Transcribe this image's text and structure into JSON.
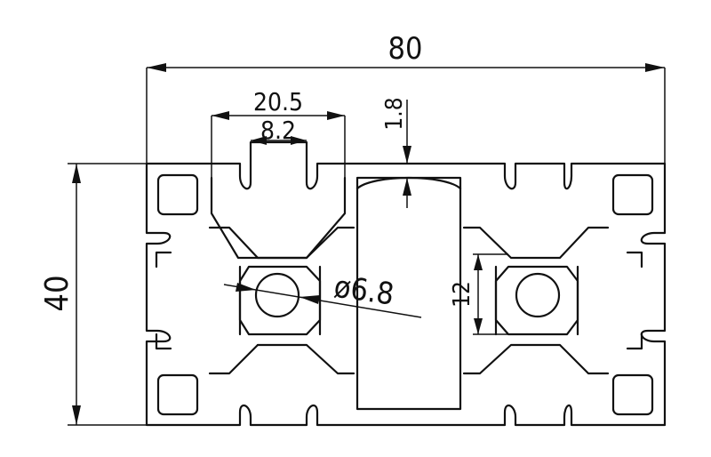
{
  "drawing": {
    "dimensions": {
      "overall_width": "80",
      "overall_height": "40",
      "slot_opening_outer": "20.5",
      "slot_opening_inner": "8.2",
      "wall_thickness": "1.8",
      "center_bore": "ø6.8",
      "center_web": "12"
    }
  }
}
